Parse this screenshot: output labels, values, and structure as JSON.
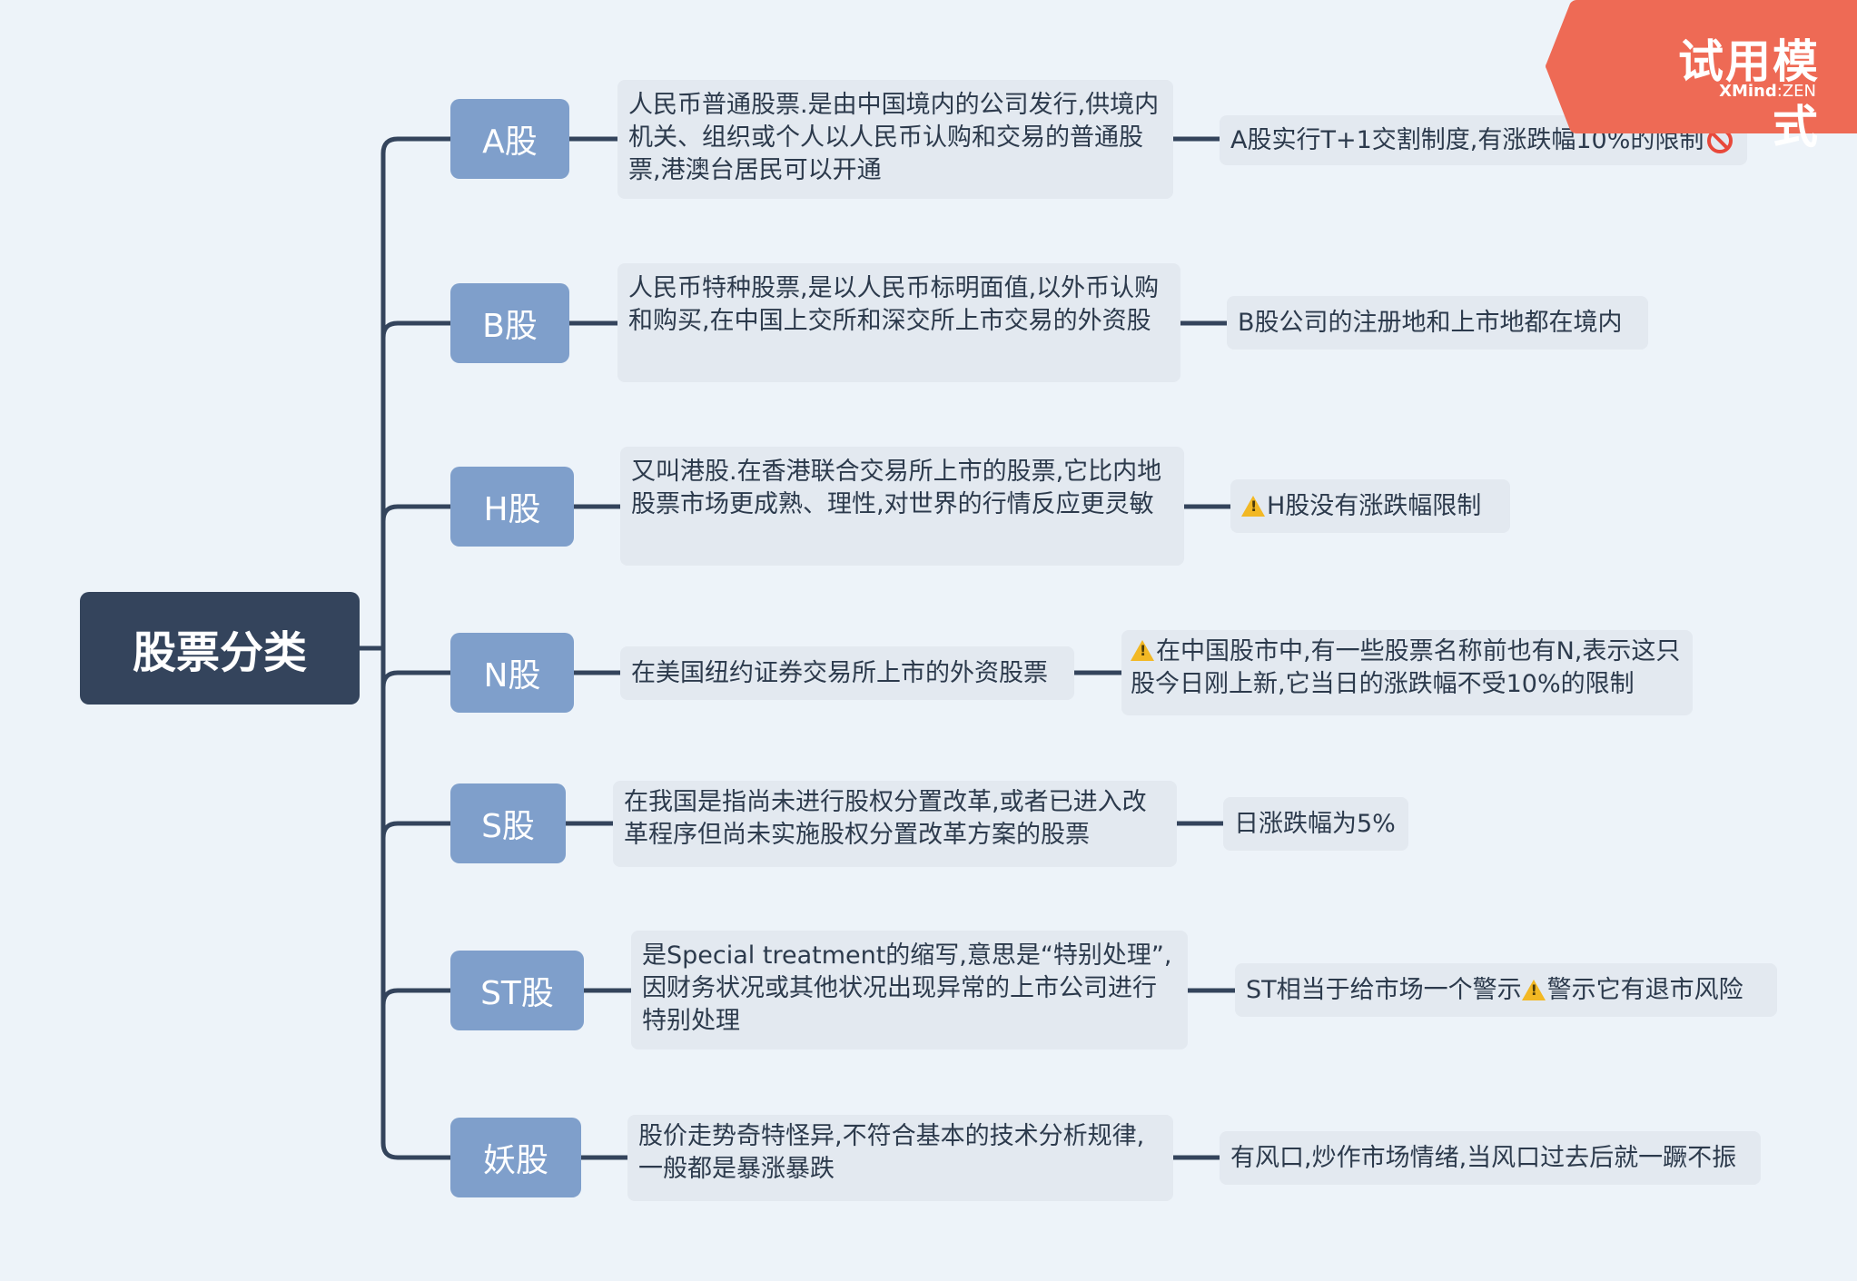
{
  "root": {
    "label": "股票分类"
  },
  "branches": [
    {
      "label": "A股",
      "desc": "人民币普通股票.是由中国境内的公司发行,供境内机关、组织或个人以人民币认购和交易的普通股票,港澳台居民可以开通",
      "note": "A股实行T+1交割制度,有涨跌幅10%的限制",
      "note_icon": "prohibited-icon"
    },
    {
      "label": "B股",
      "desc": "人民币特种股票,是以人民币标明面值,以外币认购和购买,在中国上交所和深交所上市交易的外资股",
      "note": "B股公司的注册地和上市地都在境内"
    },
    {
      "label": "H股",
      "desc": "又叫港股.在香港联合交易所上市的股票,它比内地股票市场更成熟、理性,对世界的行情反应更灵敏",
      "note": "H股没有涨跌幅限制",
      "note_icon": "warning-icon"
    },
    {
      "label": "N股",
      "desc": "在美国纽约证券交易所上市的外资股票",
      "note": "在中国股市中,有一些股票名称前也有N,表示这只股今日刚上新,它当日的涨跌幅不受10%的限制",
      "note_icon": "warning-icon"
    },
    {
      "label": "S股",
      "desc": "在我国是指尚未进行股权分置改革,或者已进入改革程序但尚未实施股权分置改革方案的股票",
      "note": "日涨跌幅为5%"
    },
    {
      "label": "ST股",
      "desc": "是Special treatment的缩写,意思是“特别处理”,因财务状况或其他状况出现异常的上市公司进行特别处理",
      "note_before": "ST相当于给市场一个警示",
      "note_after": "警示它有退市风险",
      "note_icon": "warning-icon"
    },
    {
      "label": "妖股",
      "desc": "股价走势奇特怪异,不符合基本的技术分析规律,一般都是暴涨暴跌",
      "note": "有风口,炒作市场情绪,当风口过去后就一蹶不振"
    }
  ],
  "watermark": {
    "title": "试用模式",
    "brand": "XMind",
    "separator": ":",
    "edition": "ZEN"
  },
  "colors": {
    "background": "#edf3f9",
    "root": "#34445c",
    "branch": "#7f9fcb",
    "box": "#e3e9f0",
    "line": "#34445c",
    "banner": "#ee6a55"
  }
}
